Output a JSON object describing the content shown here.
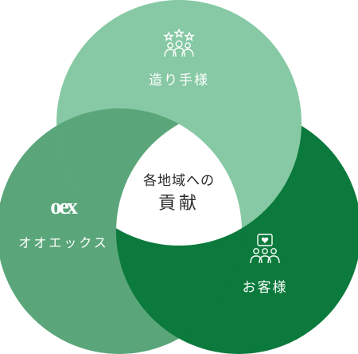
{
  "diagram": {
    "center": {
      "line1": "各地域への",
      "line2": "貢献"
    },
    "circles": [
      {
        "id": "top",
        "label": "造り手様",
        "icon": "team-stars-icon",
        "color": "#86c9a4"
      },
      {
        "id": "left",
        "label": "オオエックス",
        "logo_text": "oex",
        "color": "#5aa67a"
      },
      {
        "id": "right",
        "label": "お客様",
        "icon": "customers-heart-icon",
        "color": "#0b7a3c"
      }
    ],
    "colors": {
      "top_circle": "#86c9a4",
      "left_circle": "#5aa67a",
      "right_circle": "#0b7a3c",
      "center_fill": "#ffffff"
    }
  }
}
